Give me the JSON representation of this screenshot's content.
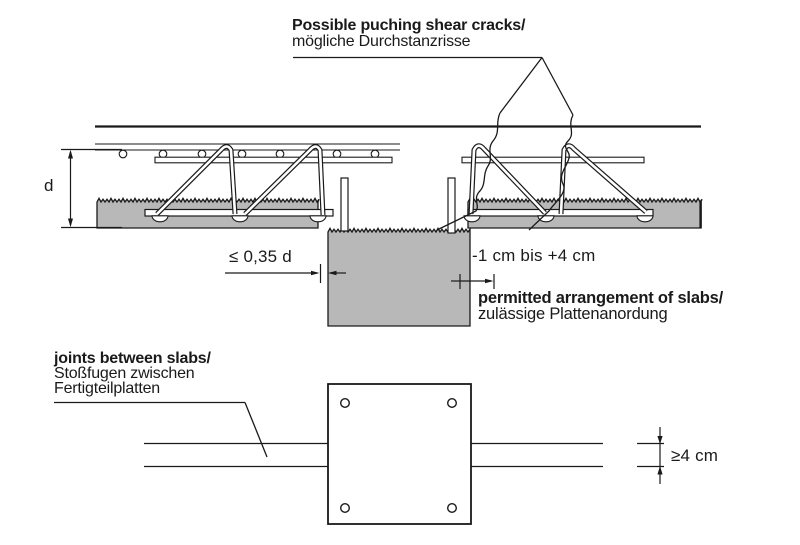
{
  "colors": {
    "ink": "#1a1a1a",
    "slab_fill": "#b8b8b8",
    "background": "#ffffff"
  },
  "cross_section": {
    "crack_label_en": "Possible puching shear cracks/",
    "crack_label_de": "mögliche Durchstanzrisse",
    "depth_label": "d",
    "offset_dim": "≤ 0,35 d",
    "tolerance_dim": "-1 cm bis +4 cm",
    "arrangement_label_en": "permitted arrangement of slabs/",
    "arrangement_label_de": "zulässige Plattenanordung"
  },
  "plan_view": {
    "joints_label_en": "joints between slabs/",
    "joints_label_de_line1": "Stoßfugen zwischen",
    "joints_label_de_line2": "Fertigteilplatten",
    "joint_width_dim": "≥4 cm"
  }
}
